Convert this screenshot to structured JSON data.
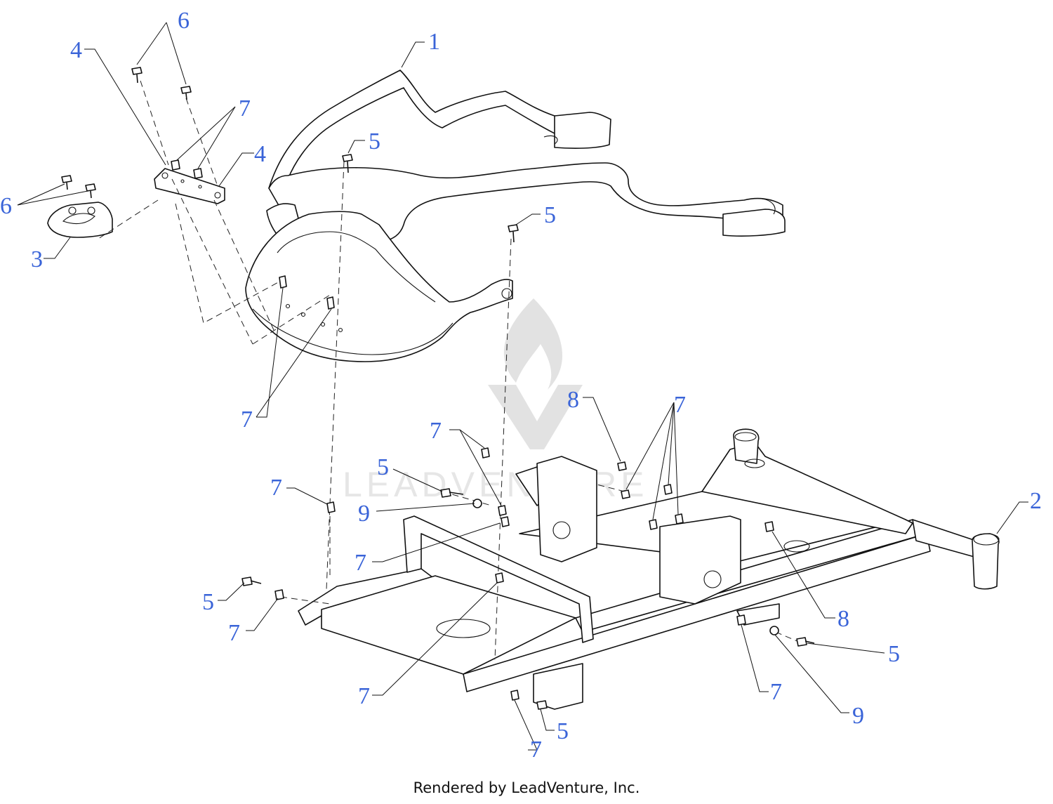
{
  "footer": {
    "text": "Rendered by LeadVenture, Inc."
  },
  "watermark": {
    "text": "LEADVENTURE",
    "icon": "leadventure-logo-icon"
  },
  "callouts": [
    "6",
    "4",
    "7",
    "4",
    "6",
    "3",
    "1",
    "5",
    "5",
    "7",
    "7",
    "8",
    "7",
    "5",
    "9",
    "7",
    "7",
    "5",
    "7",
    "7",
    "2",
    "8",
    "5",
    "7",
    "9",
    "5",
    "7"
  ],
  "colors": {
    "callout": "#3a64d8",
    "line": "#111111",
    "watermark": "#e2e2e2"
  }
}
